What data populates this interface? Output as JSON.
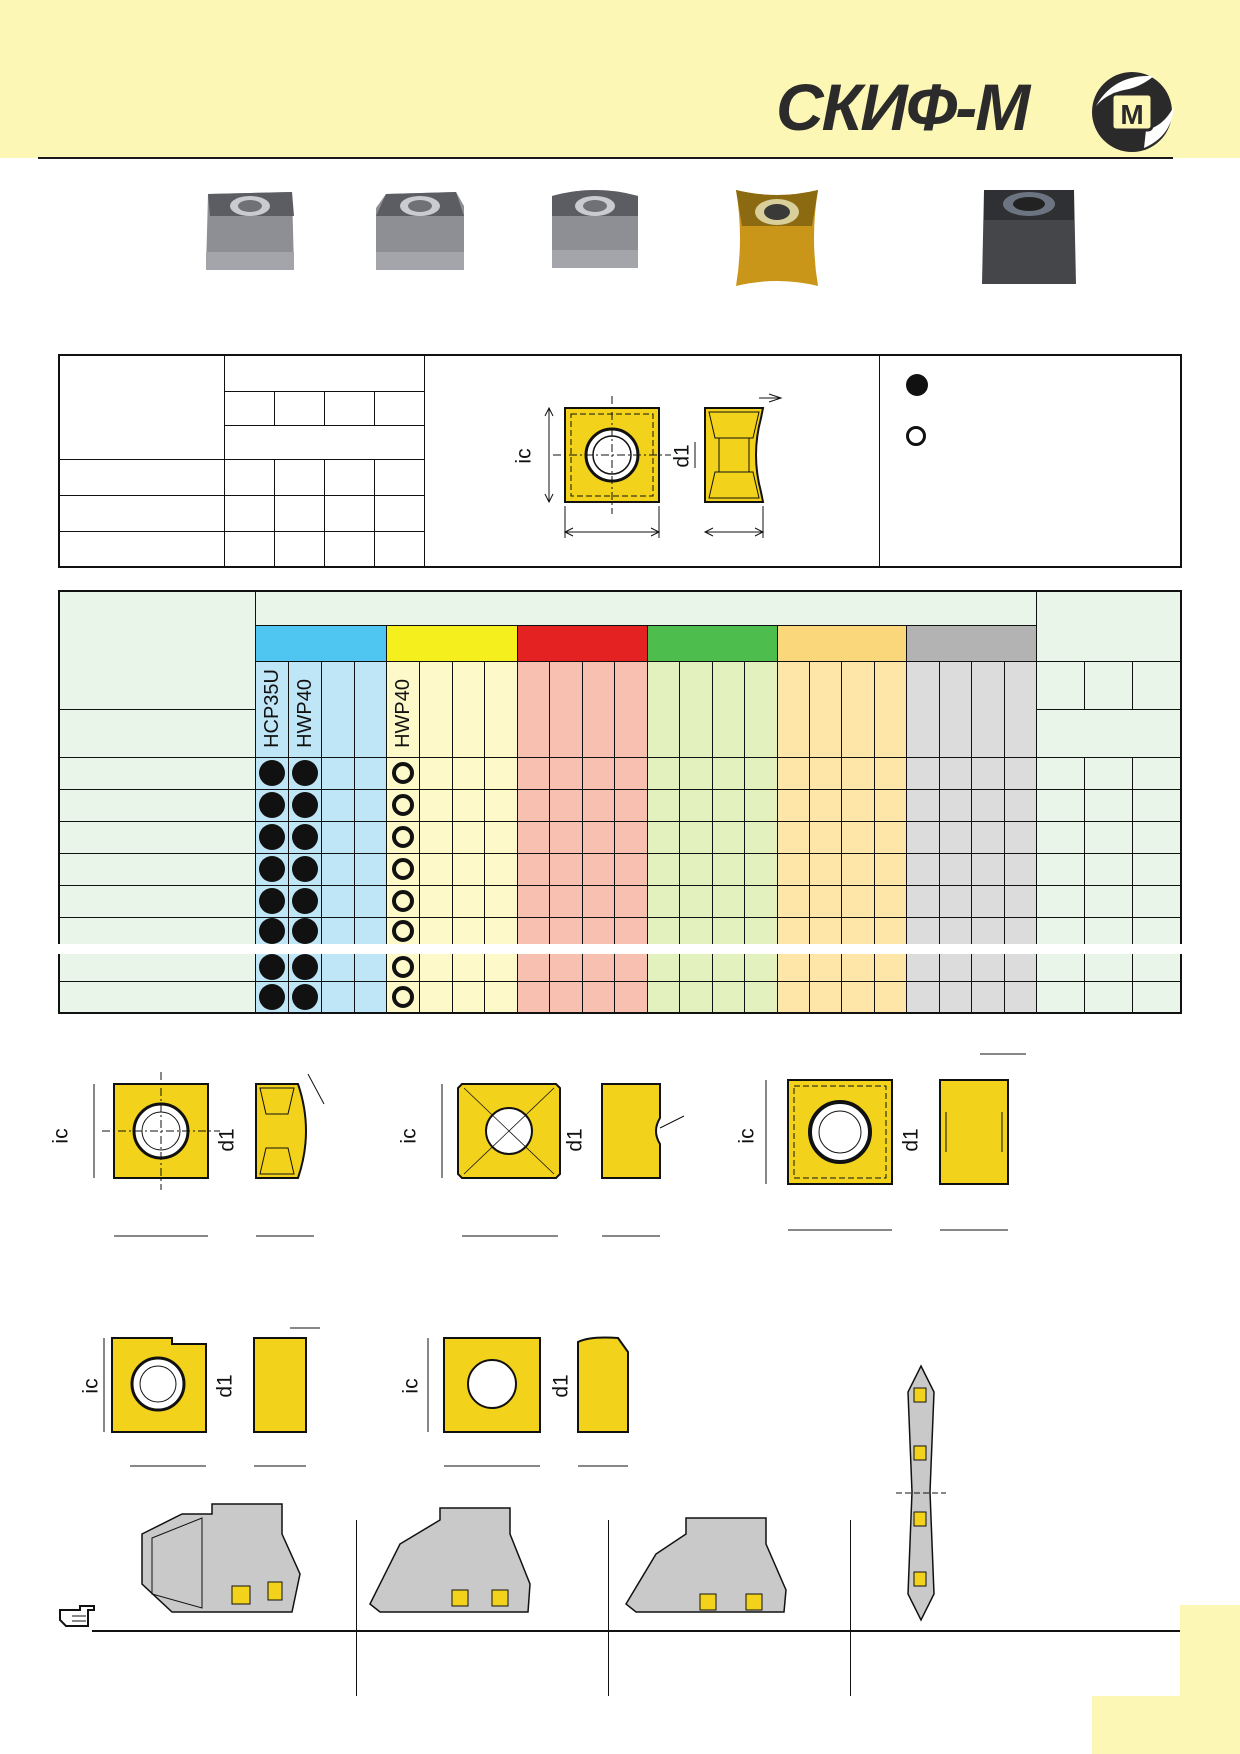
{
  "brand": {
    "logo_text": "СКИФ-М",
    "emblem_letter": "М"
  },
  "colors": {
    "header_band": "#fdf7b5",
    "group_p": "#4fc6f2",
    "group_m": "#f5ef1e",
    "group_k": "#e52222",
    "group_n": "#4dbd4d",
    "group_s": "#f9d77a",
    "group_h": "#b3b3b3",
    "insert_yellow": "#f2d21a"
  },
  "insert_photos": [
    "insert-photo-1",
    "insert-photo-2",
    "insert-photo-3",
    "insert-photo-4",
    "insert-photo-5"
  ],
  "legend": {
    "full_symbol": "●",
    "ring_symbol": "○"
  },
  "drawing_labels": {
    "ic": "ic",
    "d1": "d1"
  },
  "grades": {
    "p": [
      "HCP35U",
      "HWP40"
    ],
    "m": [
      "HWP40"
    ]
  },
  "rows": [
    {
      "p": [
        "full",
        "full"
      ],
      "m": [
        "ring"
      ]
    },
    {
      "p": [
        "full",
        "full"
      ],
      "m": [
        "ring"
      ]
    },
    {
      "p": [
        "full",
        "full"
      ],
      "m": [
        "ring"
      ]
    },
    {
      "p": [
        "full",
        "full"
      ],
      "m": [
        "ring"
      ]
    },
    {
      "p": [
        "full",
        "full"
      ],
      "m": [
        "ring"
      ]
    },
    {
      "p": [
        "full",
        "full"
      ],
      "m": [
        "ring"
      ]
    },
    {
      "p": [
        "full",
        "full"
      ],
      "m": [
        "ring"
      ]
    },
    {
      "p": [
        "full",
        "full"
      ],
      "m": [
        "ring"
      ]
    }
  ],
  "note_icon": "pointing-hand-icon"
}
